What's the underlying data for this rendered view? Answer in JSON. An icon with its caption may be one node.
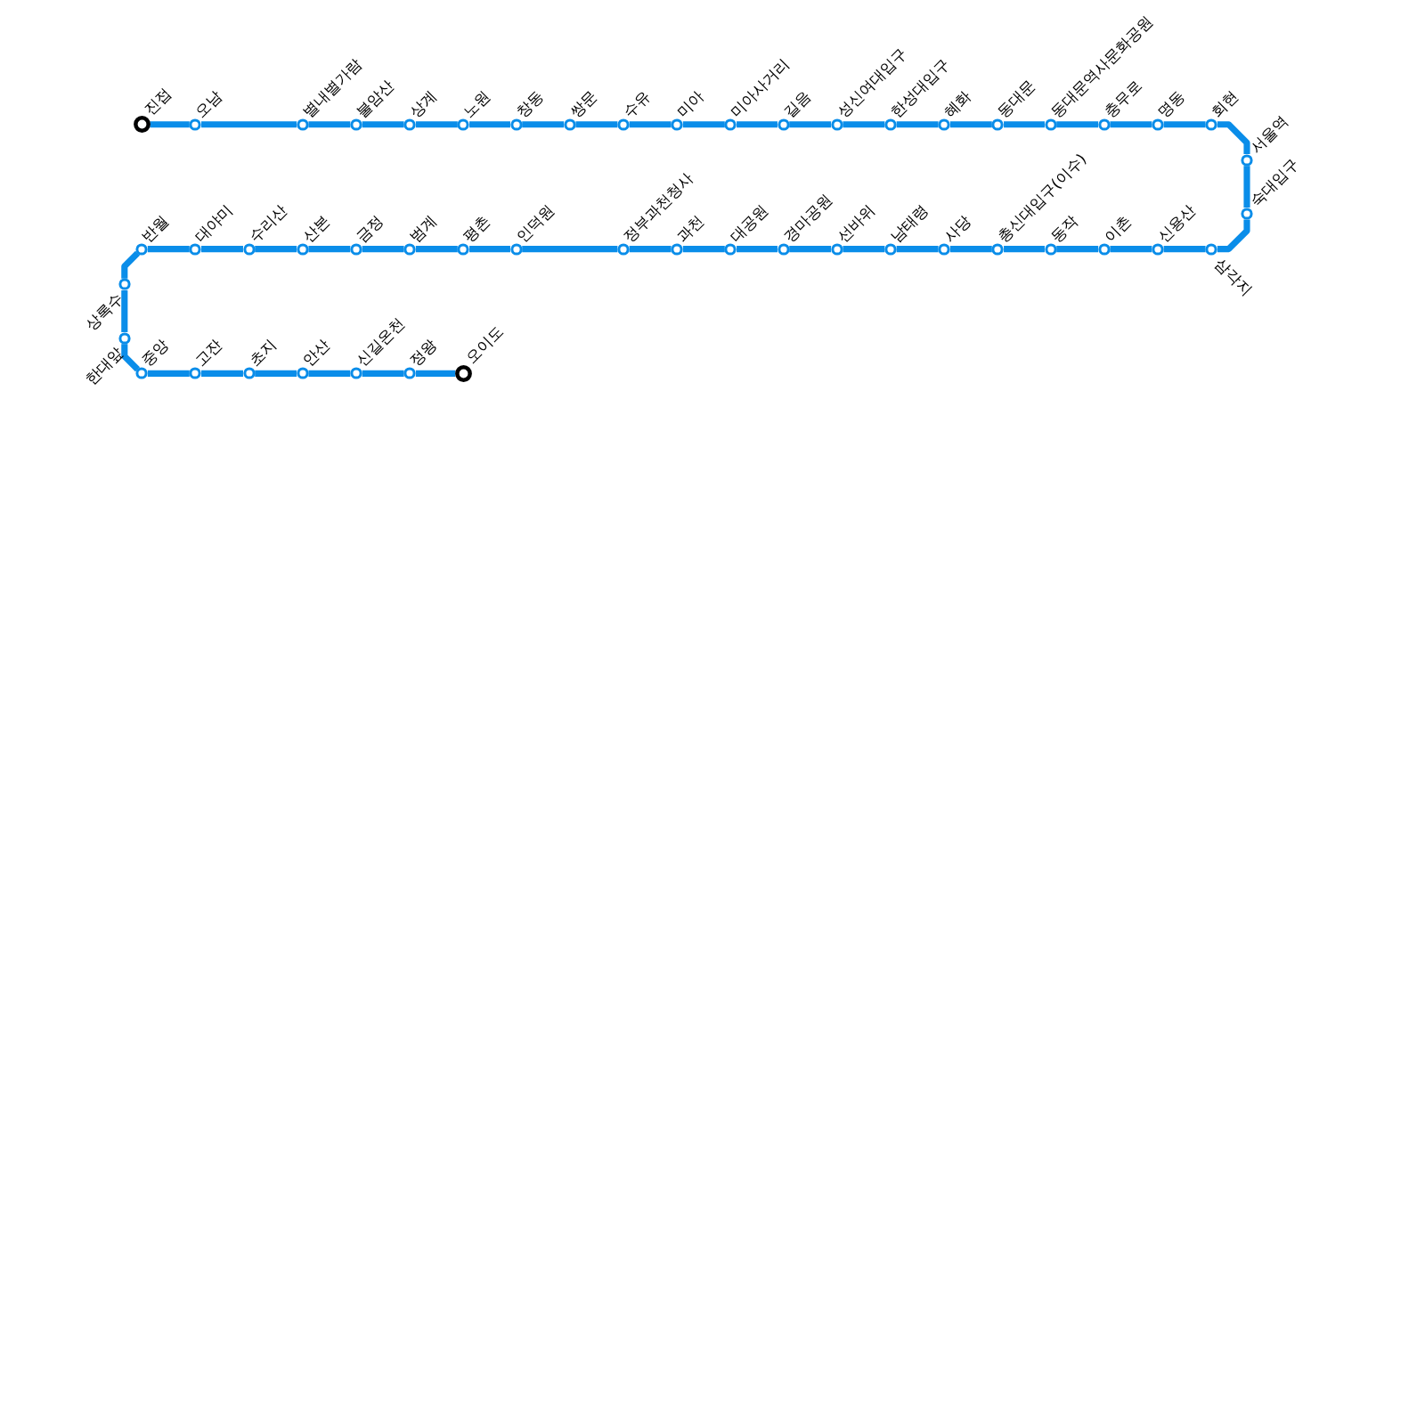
{
  "diagram": {
    "nodes": [
      {
        "text": [
          "진접"
        ]
      },
      {
        "text": [
          "오남"
        ]
      },
      {
        "text": [
          "별내별가람"
        ]
      },
      {
        "text": [
          "불암산"
        ]
      },
      {
        "text": [
          "상계"
        ]
      },
      {
        "text": [
          "노원"
        ]
      },
      {
        "text": [
          "창동"
        ]
      },
      {
        "text": [
          "쌍문"
        ]
      },
      {
        "text": [
          "수유"
        ]
      },
      {
        "text": [
          "미아"
        ]
      },
      {
        "text": [
          "미아사거리"
        ]
      },
      {
        "text": [
          "길음"
        ]
      },
      {
        "text": [
          "성신여대입구"
        ]
      },
      {
        "text": [
          "한성대입구"
        ]
      },
      {
        "text": [
          "혜화"
        ]
      },
      {
        "text": [
          "동대문"
        ]
      },
      {
        "text": [
          "동대문역사문화공원"
        ]
      },
      {
        "text": [
          "충무로"
        ]
      },
      {
        "text": [
          "명동"
        ]
      },
      {
        "text": [
          "회현"
        ]
      },
      {
        "text": [
          "서울역"
        ]
      },
      {
        "text": [
          "숙대입구"
        ]
      },
      {
        "text": [
          "삼각지"
        ]
      },
      {
        "text": [
          "신용산"
        ]
      },
      {
        "text": [
          "이촌"
        ]
      },
      {
        "text": [
          "동작"
        ]
      },
      {
        "text": [
          "총신대입구(이수)"
        ]
      },
      {
        "text": [
          "사당"
        ]
      },
      {
        "text": [
          "남태령"
        ]
      },
      {
        "text": [
          "선바위"
        ]
      },
      {
        "text": [
          "경마공원"
        ]
      },
      {
        "text": [
          "대공원"
        ]
      },
      {
        "text": [
          "과천"
        ]
      },
      {
        "text": [
          "정부과천청사"
        ]
      },
      {
        "text": [
          "인덕원"
        ]
      },
      {
        "text": [
          "평촌"
        ]
      },
      {
        "text": [
          "범계"
        ]
      },
      {
        "text": [
          "금정"
        ]
      },
      {
        "text": [
          "산본"
        ]
      },
      {
        "text": [
          "수리산"
        ]
      },
      {
        "text": [
          "대야미"
        ]
      },
      {
        "text": [
          "반월"
        ]
      },
      {
        "text": [
          "상록수"
        ]
      },
      {
        "text": [
          "한대앞"
        ]
      },
      {
        "text": [
          "중앙"
        ]
      },
      {
        "text": [
          "고잔"
        ]
      },
      {
        "text": [
          "초지"
        ]
      },
      {
        "text": [
          "안산"
        ]
      },
      {
        "text": [
          "신길온천"
        ]
      },
      {
        "text": [
          "정왕"
        ]
      },
      {
        "text": [
          "오이도"
        ]
      }
    ],
    "edges": [
      {
        "from": 0,
        "to": 1,
        "arrow": "none"
      },
      {
        "from": 1,
        "to": 2,
        "arrow": "none"
      },
      {
        "from": 2,
        "to": 3,
        "arrow": "none"
      },
      {
        "from": 3,
        "to": 4,
        "arrow": "none"
      },
      {
        "from": 4,
        "to": 5,
        "arrow": "none"
      },
      {
        "from": 5,
        "to": 6,
        "arrow": "none"
      },
      {
        "from": 6,
        "to": 7,
        "arrow": "none"
      },
      {
        "from": 7,
        "to": 8,
        "arrow": "none"
      },
      {
        "from": 8,
        "to": 9,
        "arrow": "none"
      },
      {
        "from": 9,
        "to": 10,
        "arrow": "none"
      },
      {
        "from": 10,
        "to": 11,
        "arrow": "none"
      },
      {
        "from": 11,
        "to": 12,
        "arrow": "none"
      },
      {
        "from": 12,
        "to": 13,
        "arrow": "none"
      },
      {
        "from": 13,
        "to": 14,
        "arrow": "none"
      },
      {
        "from": 14,
        "to": 15,
        "arrow": "none"
      },
      {
        "from": 15,
        "to": 16,
        "arrow": "none"
      },
      {
        "from": 16,
        "to": 17,
        "arrow": "none"
      },
      {
        "from": 17,
        "to": 18,
        "arrow": "none"
      },
      {
        "from": 18,
        "to": 19,
        "arrow": "none"
      },
      {
        "from": 19,
        "to": 20,
        "arrow": "none"
      },
      {
        "from": 20,
        "to": 21,
        "arrow": "none"
      },
      {
        "from": 21,
        "to": 22,
        "arrow": "none"
      },
      {
        "from": 22,
        "to": 23,
        "arrow": "none"
      },
      {
        "from": 23,
        "to": 24,
        "arrow": "none"
      },
      {
        "from": 24,
        "to": 25,
        "arrow": "none"
      },
      {
        "from": 25,
        "to": 26,
        "arrow": "none"
      },
      {
        "from": 26,
        "to": 27,
        "arrow": "none"
      },
      {
        "from": 27,
        "to": 28,
        "arrow": "none"
      },
      {
        "from": 28,
        "to": 29,
        "arrow": "none"
      },
      {
        "from": 29,
        "to": 30,
        "arrow": "none"
      },
      {
        "from": 30,
        "to": 31,
        "arrow": "none"
      },
      {
        "from": 31,
        "to": 32,
        "arrow": "none"
      },
      {
        "from": 32,
        "to": 33,
        "arrow": "none"
      },
      {
        "from": 33,
        "to": 34,
        "arrow": "none"
      },
      {
        "from": 34,
        "to": 35,
        "arrow": "none"
      },
      {
        "from": 35,
        "to": 36,
        "arrow": "none"
      },
      {
        "from": 36,
        "to": 37,
        "arrow": "none"
      },
      {
        "from": 37,
        "to": 38,
        "arrow": "none"
      },
      {
        "from": 38,
        "to": 39,
        "arrow": "none"
      },
      {
        "from": 39,
        "to": 40,
        "arrow": "none"
      },
      {
        "from": 40,
        "to": 41,
        "arrow": "none"
      },
      {
        "from": 41,
        "to": 42,
        "arrow": "none"
      },
      {
        "from": 42,
        "to": 43,
        "arrow": "none"
      },
      {
        "from": 43,
        "to": 44,
        "arrow": "none"
      },
      {
        "from": 44,
        "to": 45,
        "arrow": "none"
      },
      {
        "from": 45,
        "to": 46,
        "arrow": "none"
      },
      {
        "from": 46,
        "to": 47,
        "arrow": "none"
      },
      {
        "from": 47,
        "to": 48,
        "arrow": "none"
      },
      {
        "from": 48,
        "to": 49,
        "arrow": "none"
      },
      {
        "from": 49,
        "to": 50,
        "arrow": "none"
      }
    ]
  }
}
